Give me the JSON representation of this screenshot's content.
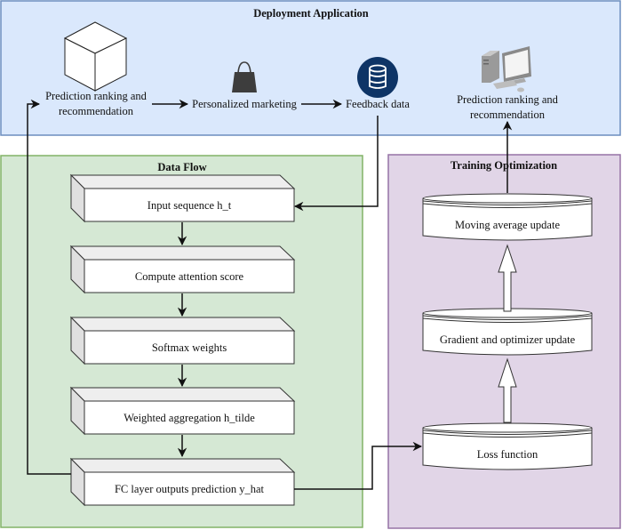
{
  "colors": {
    "deployment_fill": "#dae8fc",
    "deployment_stroke": "#6c8ebf",
    "dataflow_fill": "#d5e8d4",
    "dataflow_stroke": "#82b366",
    "training_fill": "#e1d5e7",
    "training_stroke": "#9673a6",
    "db_icon_bg": "#0e3466",
    "bag_icon": "#3d3d3d"
  },
  "deployment": {
    "title": "Deployment Application",
    "nodes": [
      {
        "id": "pred1",
        "icon": "cube-icon",
        "label_line1": "Prediction ranking and",
        "label_line2": "recommendation"
      },
      {
        "id": "marketing",
        "icon": "shopping-bag-icon",
        "label": "Personalized marketing"
      },
      {
        "id": "feedback",
        "icon": "database-icon",
        "label": "Feedback data"
      },
      {
        "id": "pred2",
        "icon": "computer-icon",
        "label_line1": "Prediction ranking and",
        "label_line2": "recommendation"
      }
    ]
  },
  "dataflow": {
    "title": "Data Flow",
    "steps": [
      "Input sequence h_t",
      "Compute attention score",
      "Softmax weights",
      "Weighted aggregation h_tilde",
      "FC layer outputs prediction y_hat"
    ]
  },
  "training": {
    "title": "Training Optimization",
    "steps": [
      "Moving average update",
      "Gradient and optimizer update",
      "Loss function"
    ]
  }
}
